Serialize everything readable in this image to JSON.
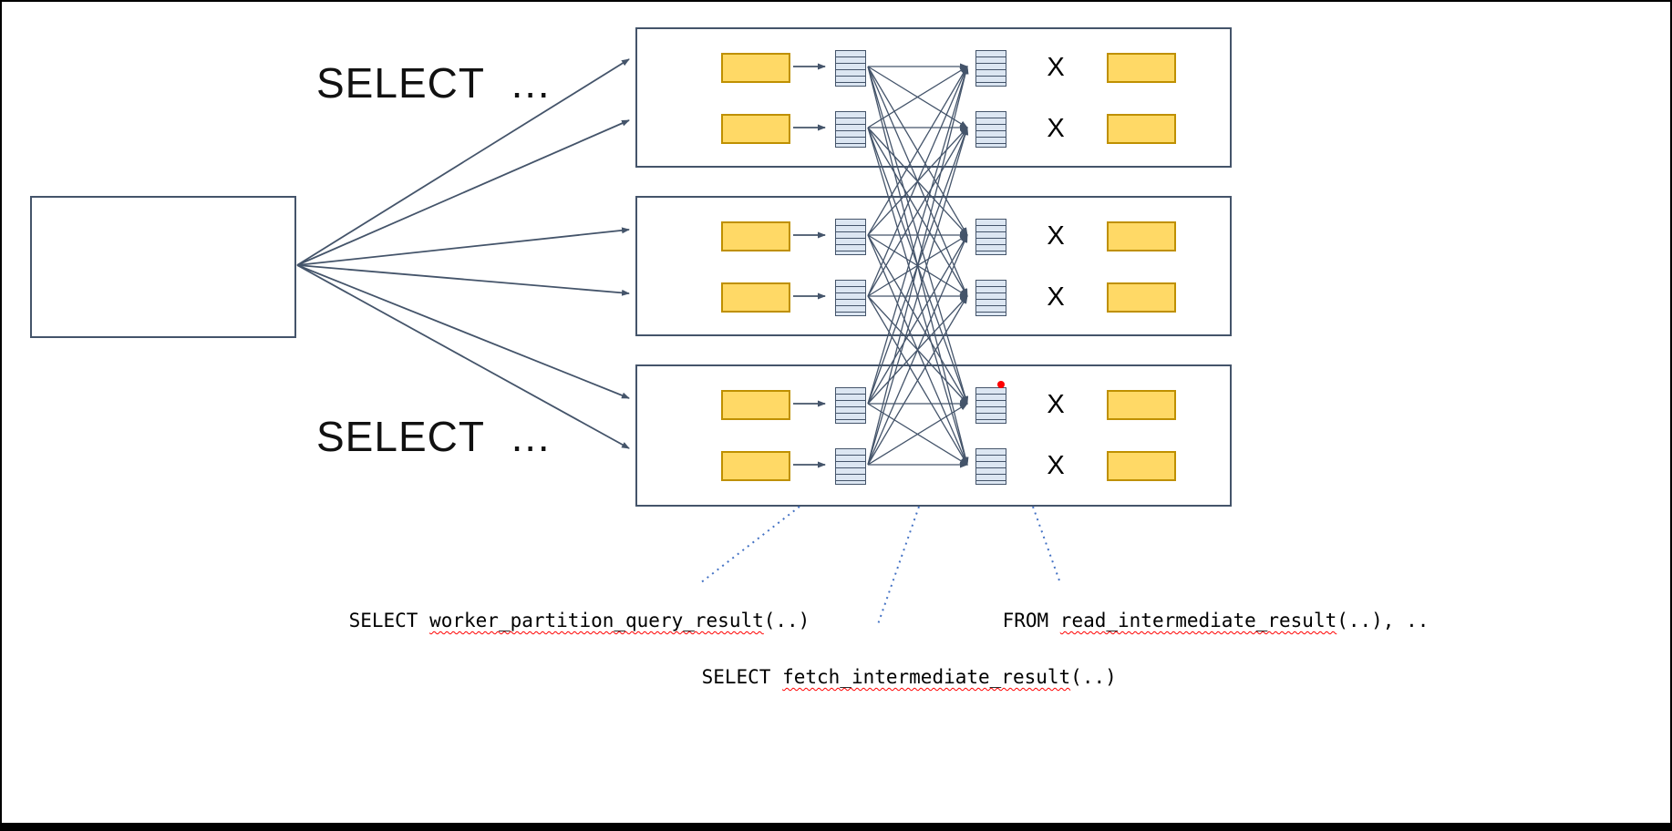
{
  "labels": {
    "select_top": "SELECT  …",
    "select_bottom": "SELECT  …",
    "x_mark": "X"
  },
  "annotations": {
    "partition": {
      "keyword": "SELECT ",
      "func": "worker_partition_query_result",
      "tail": "(..)"
    },
    "read": {
      "keyword": "FROM ",
      "func": "read_intermediate_result",
      "tail": "(..), .."
    },
    "fetch": {
      "keyword": "SELECT ",
      "func": "fetch_intermediate_result",
      "tail": "(..)"
    }
  },
  "colors": {
    "outline": "#44546a",
    "yellow_fill": "#ffd966",
    "yellow_border": "#bf9000",
    "striped_fill": "#dce6f2",
    "dotted_pointer": "#4472c4",
    "squiggle": "#ff0000",
    "marker_dot": "#ff0000",
    "frame": "#000000"
  }
}
